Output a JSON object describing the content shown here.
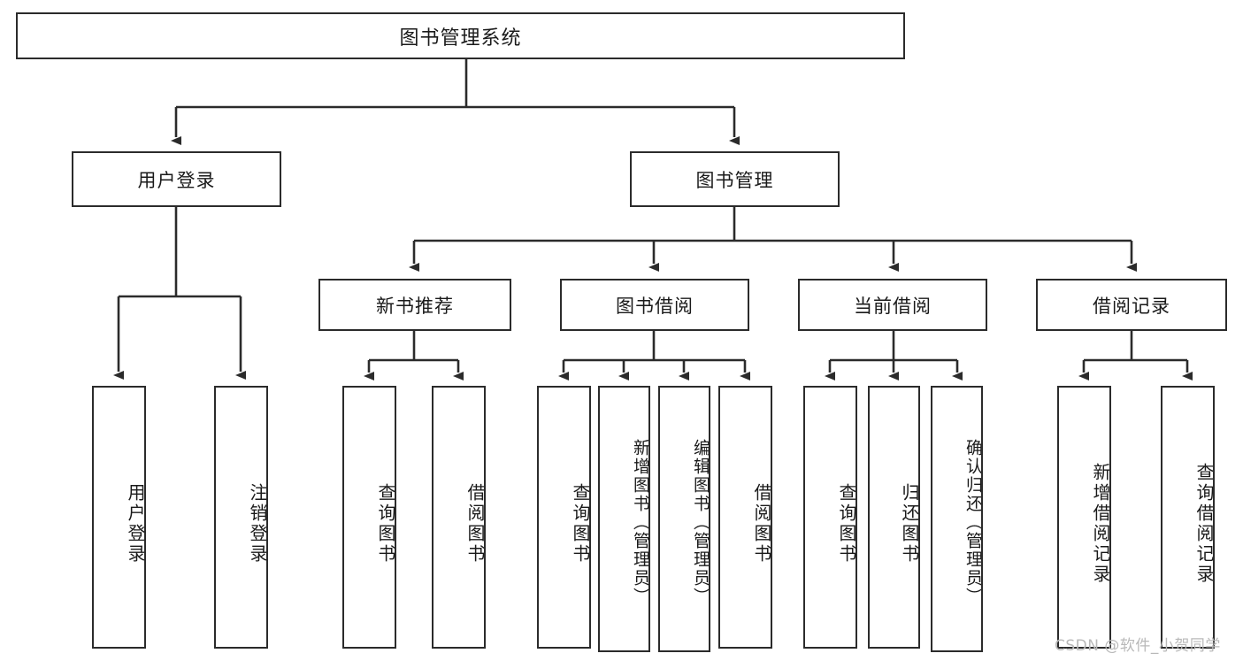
{
  "diagram": {
    "type": "tree",
    "title": "图书管理系统",
    "root": {
      "label": "图书管理系统"
    },
    "level1": [
      {
        "label": "用户登录"
      },
      {
        "label": "图书管理"
      }
    ],
    "level2": [
      {
        "label": "新书推荐"
      },
      {
        "label": "图书借阅"
      },
      {
        "label": "当前借阅"
      },
      {
        "label": "借阅记录"
      }
    ],
    "leaves": {
      "user_login": [
        {
          "label": "用户登录"
        },
        {
          "label": "注销登录"
        }
      ],
      "new_book_recommend": [
        {
          "label": "查询图书"
        },
        {
          "label": "借阅图书"
        }
      ],
      "book_borrow": [
        {
          "label": "查询图书"
        },
        {
          "label": "新增图书（管理员）"
        },
        {
          "label": "编辑图书（管理员）"
        },
        {
          "label": "借阅图书"
        }
      ],
      "current_borrow": [
        {
          "label": "查询图书"
        },
        {
          "label": "归还图书"
        },
        {
          "label": "确认归还（管理员）"
        }
      ],
      "borrow_record": [
        {
          "label": "新增借阅记录"
        },
        {
          "label": "查询借阅记录"
        }
      ]
    }
  },
  "watermark": {
    "text": "CSDN @软件_小贺同学"
  },
  "colors": {
    "stroke": "#2b2b2b",
    "background": "#ffffff",
    "text": "#1a1a1a",
    "watermark": "#b9b9b9"
  }
}
